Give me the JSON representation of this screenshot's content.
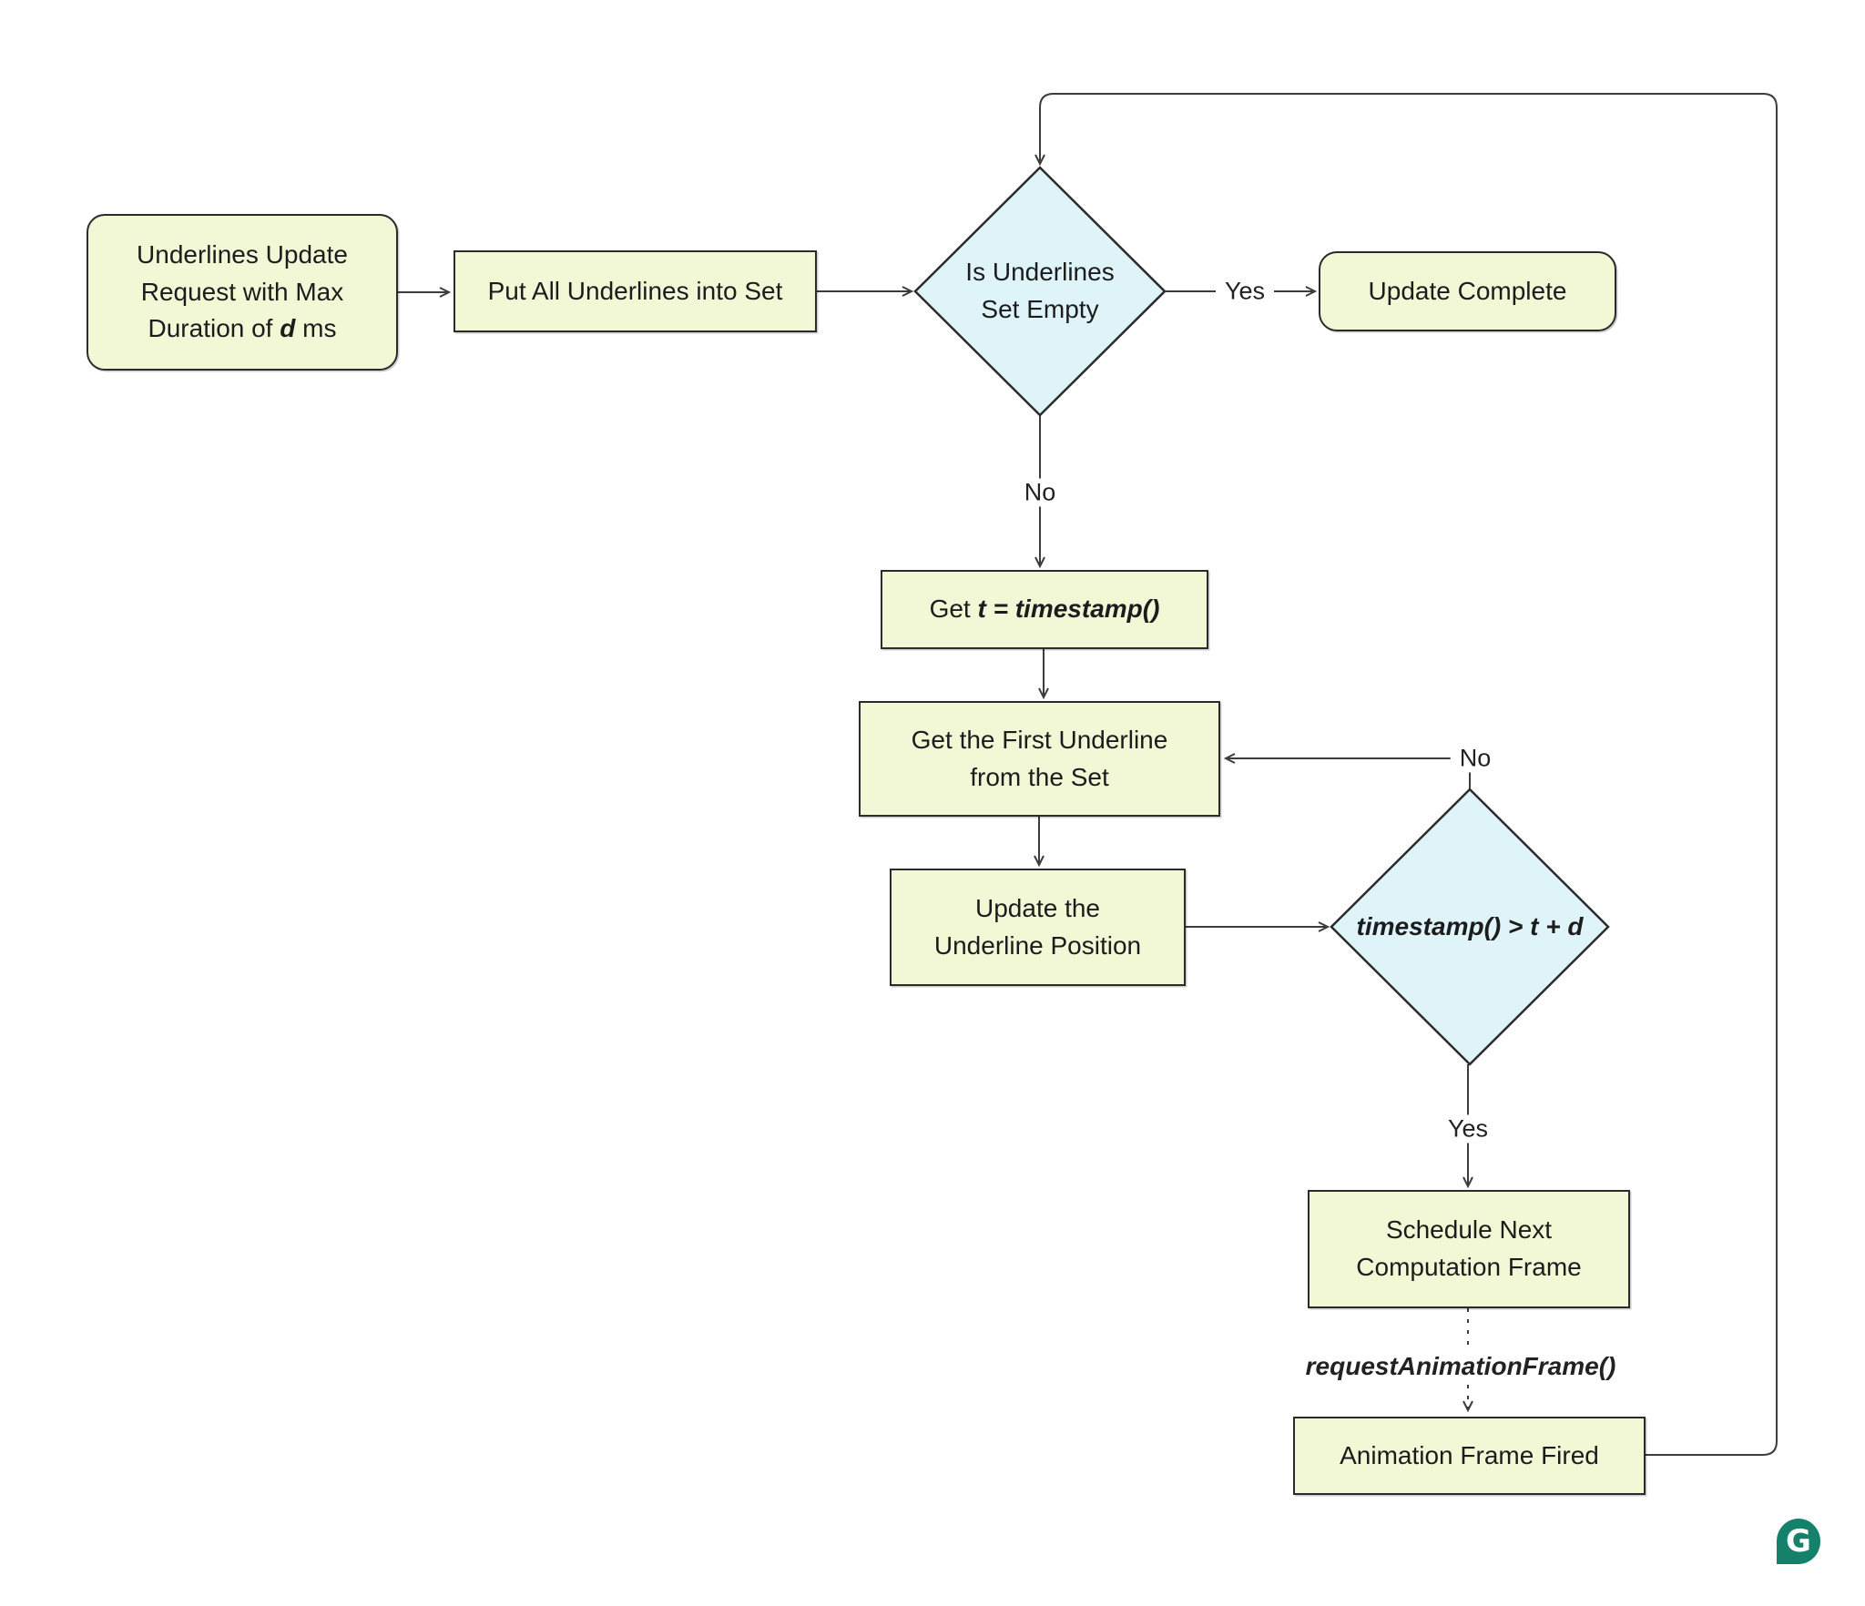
{
  "palette": {
    "background": "#ffffff",
    "process_fill": "#f2f8d6",
    "decision_fill": "#def4f8",
    "border": "#2b2b2b",
    "line": "#3c3c3c",
    "text": "#1c1c1c",
    "logo_teal": "#15816a"
  },
  "nodes": {
    "start": {
      "type": "terminal",
      "parts": [
        {
          "t": "Underlines Update"
        },
        {
          "br": true
        },
        {
          "t": "Request with Max"
        },
        {
          "br": true
        },
        {
          "t": "Duration of "
        },
        {
          "t": "d",
          "em": true
        },
        {
          "t": " ms"
        }
      ]
    },
    "put_all": {
      "type": "process",
      "parts": [
        {
          "t": "Put All Underlines into Set"
        }
      ]
    },
    "is_empty": {
      "type": "decision",
      "parts": [
        {
          "t": "Is Underlines"
        },
        {
          "br": true
        },
        {
          "t": "Set Empty"
        }
      ]
    },
    "update_complete": {
      "type": "terminal",
      "parts": [
        {
          "t": "Update Complete"
        }
      ]
    },
    "get_t": {
      "type": "process",
      "parts": [
        {
          "t": "Get "
        },
        {
          "t": "t = timestamp()",
          "em": true
        }
      ]
    },
    "get_first": {
      "type": "process",
      "parts": [
        {
          "t": "Get the First Underline"
        },
        {
          "br": true
        },
        {
          "t": "from the Set"
        }
      ]
    },
    "update_pos": {
      "type": "process",
      "parts": [
        {
          "t": "Update the"
        },
        {
          "br": true
        },
        {
          "t": "Underline Position"
        }
      ]
    },
    "deadline": {
      "type": "decision",
      "parts": [
        {
          "t": "timestamp() > t + d",
          "em": true
        }
      ]
    },
    "schedule": {
      "type": "process",
      "parts": [
        {
          "t": "Schedule Next"
        },
        {
          "br": true
        },
        {
          "t": "Computation Frame"
        }
      ]
    },
    "anim_fired": {
      "type": "process",
      "parts": [
        {
          "t": "Animation Frame Fired"
        }
      ]
    }
  },
  "edge_labels": {
    "yes1": "Yes",
    "no1": "No",
    "no2": "No",
    "yes2": "Yes",
    "raf": {
      "parts": [
        {
          "t": "requestAnimationFrame()",
          "em": true
        }
      ]
    }
  },
  "logo": {
    "letter": "G"
  }
}
